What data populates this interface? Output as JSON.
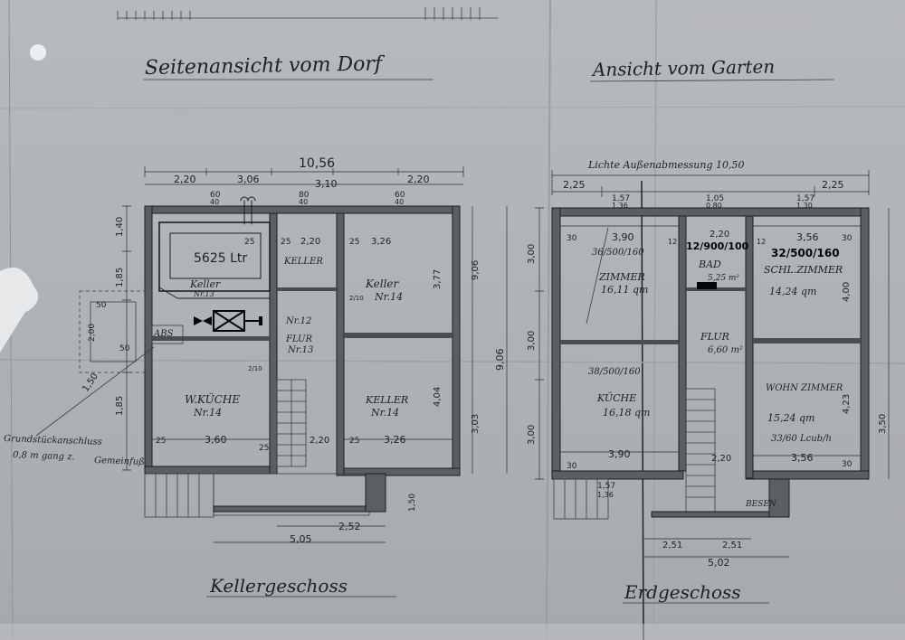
{
  "titles": {
    "side_view_village": "Seitenansicht vom Dorf",
    "view_from_garden": "Ansicht vom Garten",
    "basement_title": "Kellergeschoss",
    "ground_title": "Erdgeschoss"
  },
  "basement": {
    "overall_width": "10,56",
    "top_dims": [
      "2,20",
      "3,06",
      "3,10",
      "2,20"
    ],
    "vent_labels": [
      "60",
      "80",
      "60"
    ],
    "vent_subs": [
      "40",
      "40",
      "40"
    ],
    "tank_capacity": "5625 Ltr",
    "tank_label": "Keller",
    "tank_sub": "Nr.13",
    "rooms": {
      "keller_top": "KELLER",
      "keller_nr14": "Keller",
      "keller_nr14_num": "Nr.14",
      "flur": "FLUR",
      "flur_num": "Nr.13",
      "nr12": "Nr.12",
      "wkueche": "W.KÜCHE",
      "wkueche_num": "Nr.14",
      "keller_bottom": "KELLER",
      "keller_bottom_num": "Nr.14",
      "abs": "ABS"
    },
    "inner_dims": [
      "3,60",
      "2,20",
      "3,26",
      "3,26",
      "2,20"
    ],
    "small_dims": [
      "25",
      "25",
      "25",
      "25",
      "25",
      "25"
    ],
    "left_dims": [
      "1,40",
      "1,85",
      "1,85"
    ],
    "right_dims": [
      "3,77",
      "4,04",
      "3,03",
      "9,06"
    ],
    "bottom_dims": [
      "2,52",
      "5,05"
    ],
    "side_note": [
      "Grundstückanschluss",
      "0,8 m gang z.",
      "Gemeinfuß"
    ],
    "misc": [
      "2/10",
      "2/10",
      "1,50",
      "2,00",
      "50",
      "50",
      "1,50",
      "9,06"
    ]
  },
  "ground": {
    "overall_width": "Lichte Außenabmessung 10,50",
    "top_dims": [
      "2,25",
      "2,25"
    ],
    "vent_labels": [
      "1,57",
      "1,05",
      "1,57"
    ],
    "vent_subs": [
      "1,36",
      "0,80",
      "1,30"
    ],
    "room_codes": [
      "36/500/160",
      "12/900/100",
      "32/500/160",
      "38/500/160",
      "33/60 Lcub/h"
    ],
    "rooms": {
      "zimmer": "ZIMMER",
      "zimmer_area": "16,11 qm",
      "bad": "BAD",
      "bad_area": "5,25 m²",
      "schlafzimmer": "SCHL.ZIMMER",
      "schlafzimmer_area": "14,24 qm",
      "flur": "FLUR",
      "flur_area": "6,60 m²",
      "kueche": "KÜCHE",
      "kueche_area": "16,18 qm",
      "wohnzimmer": "WOHN ZIMMER",
      "wohnzimmer_area": "15,24 qm",
      "besen": "BESEN"
    },
    "inner_dims": [
      "3,90",
      "2,20",
      "3,56",
      "3,90",
      "2,20",
      "3,56"
    ],
    "left_dims": [
      "3,00",
      "3,00",
      "3,00"
    ],
    "right_dims": [
      "4,00",
      "4,23",
      "3,50"
    ],
    "bottom_dims": [
      "1,57",
      "1,36",
      "2,51",
      "2,51",
      "5,02"
    ],
    "wall_marks": [
      "30",
      "12",
      "12",
      "30",
      "30",
      "30"
    ]
  }
}
